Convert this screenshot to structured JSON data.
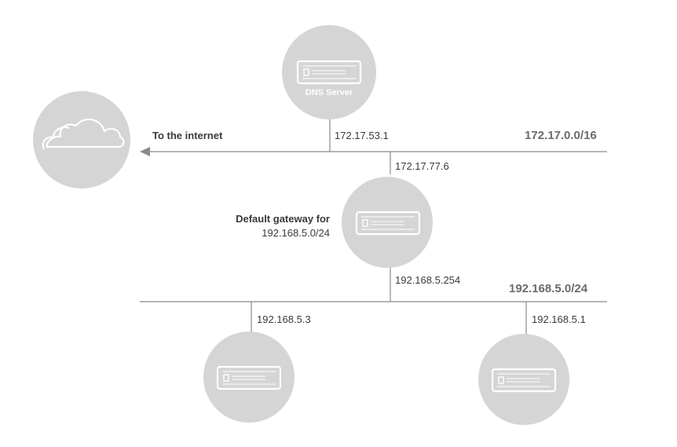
{
  "dns_server": {
    "label": "DNS Server",
    "ip": "172.17.53.1"
  },
  "internet": {
    "label": "To the internet"
  },
  "upstream_network": {
    "cidr": "172.17.0.0/16"
  },
  "gateway": {
    "upstream_ip": "172.17.77.6",
    "label": "Default gateway for",
    "label_network": "192.168.5.0/24",
    "downstream_ip": "192.168.5.254"
  },
  "local_network": {
    "cidr": "192.168.5.0/24"
  },
  "hosts": [
    {
      "ip": "192.168.5.3"
    },
    {
      "ip": "192.168.5.1"
    }
  ],
  "colors": {
    "node_circle": "#d5d5d5",
    "line": "#8a8a8a",
    "text": "#3a3a3a",
    "network_label": "#6b6b6b"
  }
}
